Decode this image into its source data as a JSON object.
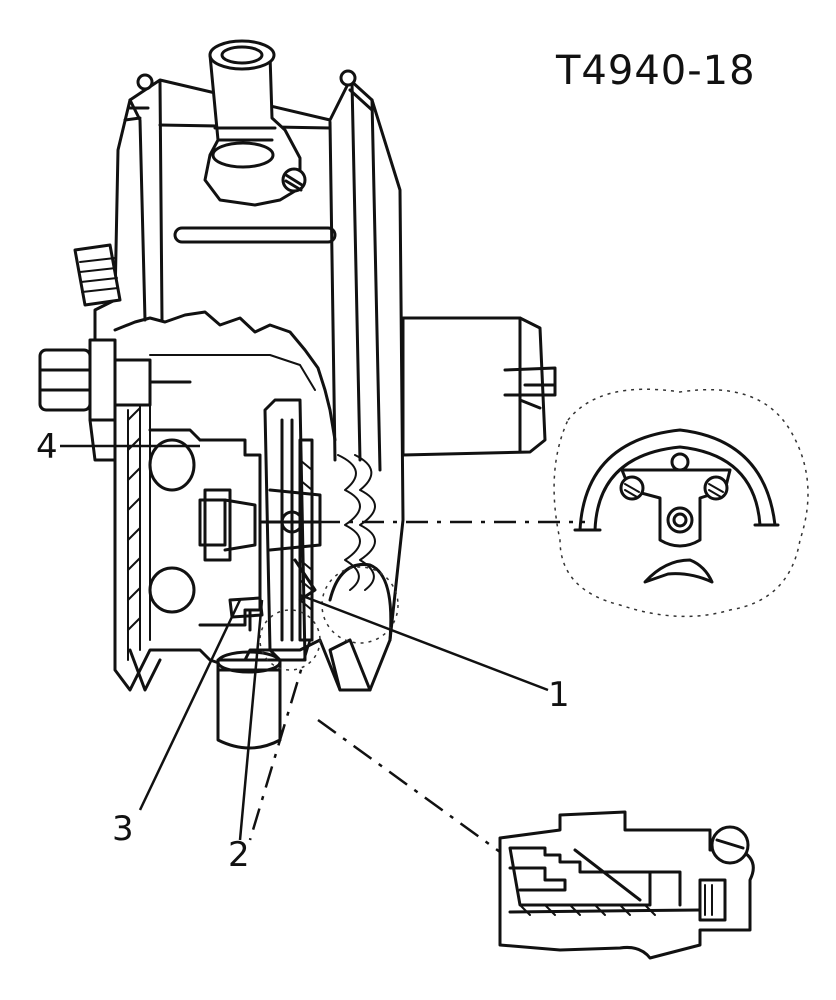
{
  "reference_code": "T4940-18",
  "callouts": [
    {
      "id": "1",
      "label": "1"
    },
    {
      "id": "2",
      "label": "2"
    },
    {
      "id": "3",
      "label": "3"
    },
    {
      "id": "4",
      "label": "4"
    }
  ]
}
